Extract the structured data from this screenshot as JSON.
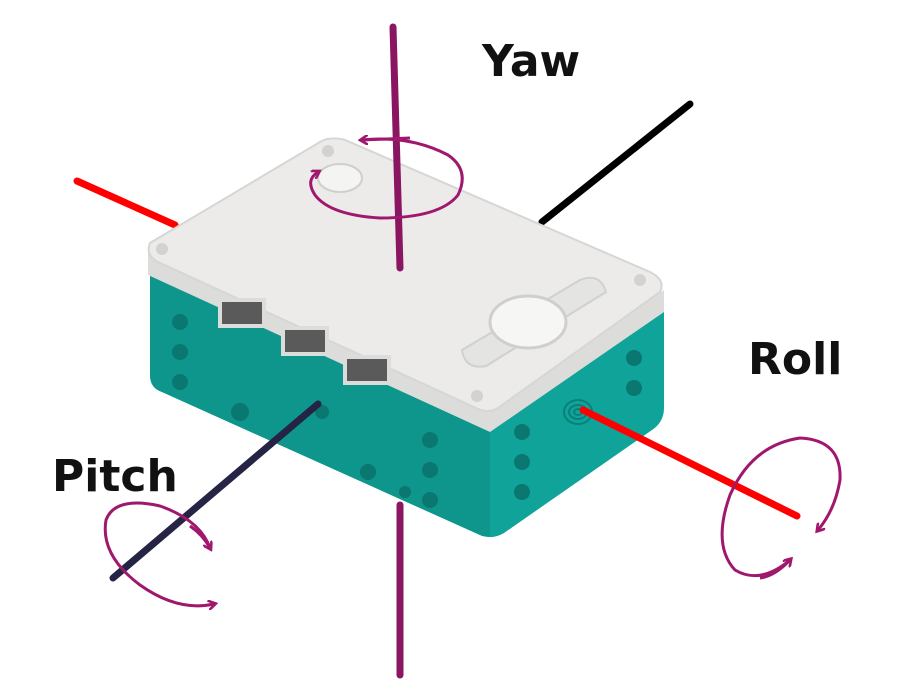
{
  "labels": {
    "yaw": "Yaw",
    "roll": "Roll",
    "pitch": "Pitch"
  },
  "colors": {
    "axis_magenta": "#8a1560",
    "axis_red": "#ff0000",
    "axis_black": "#000000",
    "axis_navy": "#252444",
    "rotation_arrow": "#a0186e",
    "hub_top": "#e9e9e7",
    "hub_body": "#0fa39a"
  },
  "icons": {
    "yaw_rotation": "rotation-arrow-icon",
    "roll_rotation": "rotation-arrow-icon",
    "pitch_rotation": "rotation-arrow-icon",
    "hub": "lego-hub-icon"
  }
}
